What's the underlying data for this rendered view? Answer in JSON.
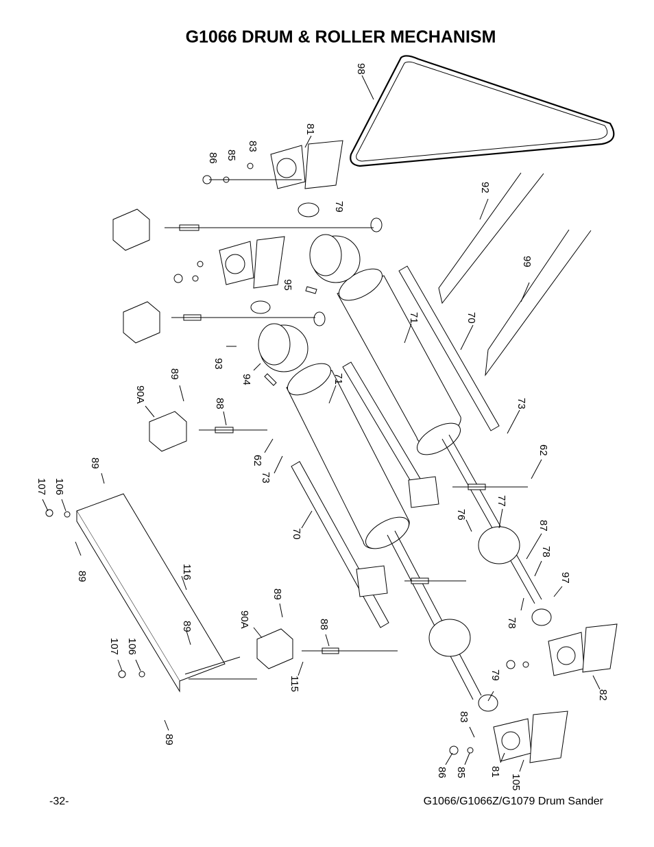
{
  "title": "G1066 DRUM & ROLLER MECHANISM",
  "page_number": "-32-",
  "footer_model": "G1066/G1066Z/G1079 Drum Sander",
  "callouts": [
    {
      "id": "98",
      "label": "98"
    },
    {
      "id": "81a",
      "label": "81"
    },
    {
      "id": "83a",
      "label": "83"
    },
    {
      "id": "85a",
      "label": "85"
    },
    {
      "id": "86a",
      "label": "86"
    },
    {
      "id": "79a",
      "label": "79"
    },
    {
      "id": "92",
      "label": "92"
    },
    {
      "id": "99",
      "label": "99"
    },
    {
      "id": "95",
      "label": "95"
    },
    {
      "id": "71a",
      "label": "71"
    },
    {
      "id": "70a",
      "label": "70"
    },
    {
      "id": "93",
      "label": "93"
    },
    {
      "id": "94",
      "label": "94"
    },
    {
      "id": "71b",
      "label": "71"
    },
    {
      "id": "89a",
      "label": "89"
    },
    {
      "id": "90Aa",
      "label": "90A"
    },
    {
      "id": "88a",
      "label": "88"
    },
    {
      "id": "73a",
      "label": "73"
    },
    {
      "id": "62a",
      "label": "62"
    },
    {
      "id": "62b",
      "label": "62"
    },
    {
      "id": "73b",
      "label": "73"
    },
    {
      "id": "107a",
      "label": "107"
    },
    {
      "id": "106a",
      "label": "106"
    },
    {
      "id": "89b",
      "label": "89"
    },
    {
      "id": "70b",
      "label": "70"
    },
    {
      "id": "76",
      "label": "76"
    },
    {
      "id": "77",
      "label": "77"
    },
    {
      "id": "87",
      "label": "87"
    },
    {
      "id": "78a",
      "label": "78"
    },
    {
      "id": "97",
      "label": "97"
    },
    {
      "id": "89c",
      "label": "89"
    },
    {
      "id": "116",
      "label": "116"
    },
    {
      "id": "89d",
      "label": "89"
    },
    {
      "id": "90Ab",
      "label": "90A"
    },
    {
      "id": "88b",
      "label": "88"
    },
    {
      "id": "78b",
      "label": "78"
    },
    {
      "id": "89e",
      "label": "89"
    },
    {
      "id": "107b",
      "label": "107"
    },
    {
      "id": "106b",
      "label": "106"
    },
    {
      "id": "115",
      "label": "115"
    },
    {
      "id": "82",
      "label": "82"
    },
    {
      "id": "79b",
      "label": "79"
    },
    {
      "id": "89f",
      "label": "89"
    },
    {
      "id": "83b",
      "label": "83"
    },
    {
      "id": "86b",
      "label": "86"
    },
    {
      "id": "85b",
      "label": "85"
    },
    {
      "id": "81b",
      "label": "81"
    },
    {
      "id": "105",
      "label": "105"
    }
  ]
}
